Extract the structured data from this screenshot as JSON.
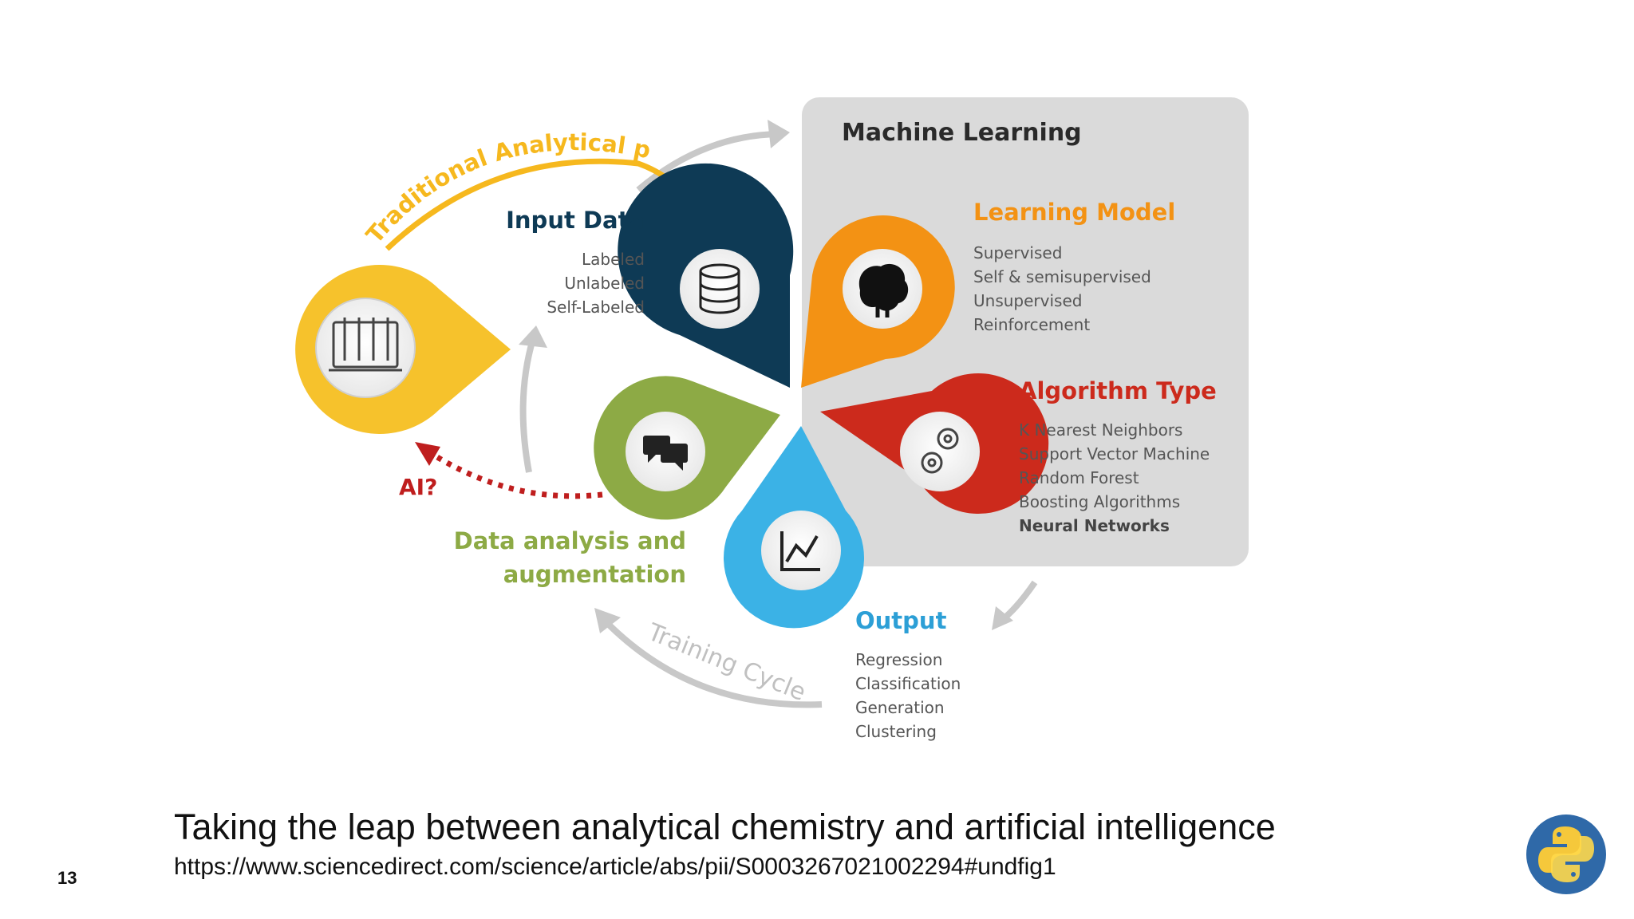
{
  "diagram": {
    "traditional_label": "Traditional Analytical process",
    "ml_title": "Machine Learning",
    "input": {
      "title": "Input Data",
      "items": [
        "Labeled",
        "Unlabeled",
        "Self-Labeled"
      ]
    },
    "learning": {
      "title": "Learning Model",
      "items": [
        "Supervised",
        "Self & semisupervised",
        "Unsupervised",
        "Reinforcement"
      ]
    },
    "algorithm": {
      "title": "Algorithm Type",
      "items": [
        "K Nearest Neighbors",
        "Support Vector Machine",
        "Random Forest",
        "Boosting Algorithms",
        "Neural Networks"
      ]
    },
    "output": {
      "title": "Output",
      "items": [
        "Regression",
        "Classification",
        "Generation",
        "Clustering"
      ]
    },
    "analysis": {
      "title_line1": "Data analysis and",
      "title_line2": "augmentation"
    },
    "ai_label": "AI?",
    "training_label": "Training Cycle",
    "colors": {
      "traditional": "#f6b81e",
      "input": "#0e3a55",
      "learning": "#f39214",
      "algorithm": "#cc2a1c",
      "output": "#3bb2e6",
      "analysis": "#8daa45",
      "ml_panel": "#d9d9d9",
      "ai": "#bf1e1e",
      "cycle": "#c5c5c5"
    }
  },
  "caption": {
    "title": "Taking the leap between analytical chemistry and artificial intelligence",
    "url": "https://www.sciencedirect.com/science/article/abs/pii/S0003267021002294#undfig1"
  },
  "slide_number": "13"
}
